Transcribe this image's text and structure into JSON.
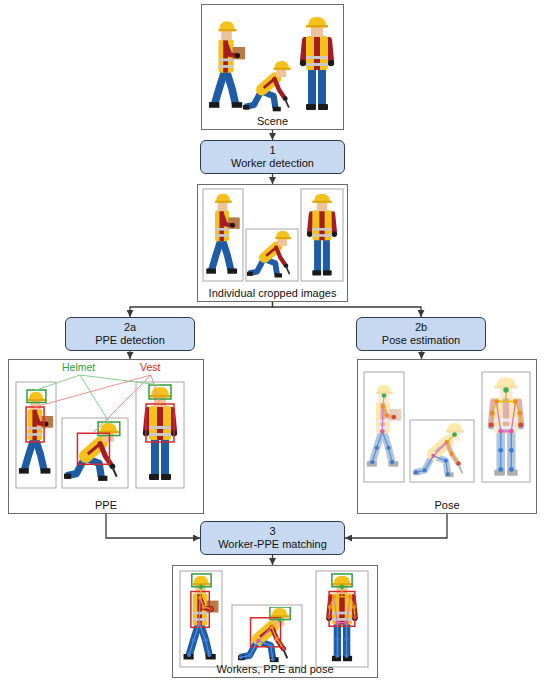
{
  "diagram": {
    "nodes": [
      {
        "text": [
          "Scene"
        ]
      },
      {
        "text": [
          "1",
          "Worker detection"
        ]
      },
      {
        "text": [
          "Individual cropped images"
        ]
      },
      {
        "text": [
          "2a",
          "PPE detection"
        ]
      },
      {
        "text": [
          "2b",
          "Pose estimation"
        ]
      },
      {
        "text": [
          "PPE"
        ]
      },
      {
        "text": [
          "Pose"
        ]
      },
      {
        "text": [
          "3",
          "Worker-PPE matching"
        ]
      },
      {
        "text": [
          "Workers, PPE and pose"
        ]
      }
    ],
    "edges": [
      {
        "from": 0,
        "to": 1,
        "arrow": "to"
      },
      {
        "from": 1,
        "to": 2,
        "arrow": "to"
      },
      {
        "from": 2,
        "to": 3,
        "arrow": "to"
      },
      {
        "from": 2,
        "to": 4,
        "arrow": "to"
      },
      {
        "from": 3,
        "to": 5,
        "arrow": "to"
      },
      {
        "from": 4,
        "to": 6,
        "arrow": "to"
      },
      {
        "from": 5,
        "to": 7,
        "arrow": "to"
      },
      {
        "from": 6,
        "to": 7,
        "arrow": "to"
      },
      {
        "from": 7,
        "to": 8,
        "arrow": "to"
      }
    ],
    "labels": [
      "Helmet",
      "Vest"
    ]
  }
}
